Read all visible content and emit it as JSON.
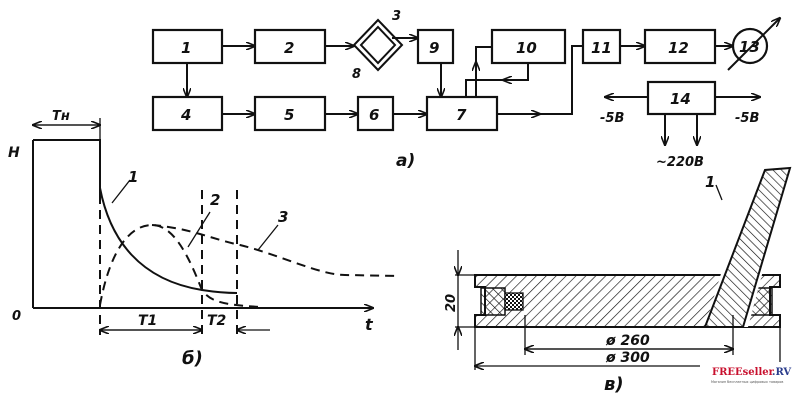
{
  "block_diagram": {
    "caption": "а)",
    "blocks": [
      "1",
      "2",
      "3",
      "4",
      "5",
      "6",
      "7",
      "8",
      "9",
      "10",
      "11",
      "12",
      "13",
      "14"
    ],
    "voltages": {
      "left": "-5В",
      "right": "-5В",
      "mains": "~220В"
    }
  },
  "timing_graph": {
    "caption": "б)",
    "y_axis_label": "H",
    "x_axis_label": "t",
    "origin_label": "0",
    "pulse_label": "Тн",
    "interval_labels": [
      "T1",
      "T2"
    ],
    "curve_labels": [
      "1",
      "2",
      "3"
    ]
  },
  "cross_section": {
    "caption": "в)",
    "part_label": "1",
    "height_dim": "20",
    "inner_diameter": "ø 260",
    "outer_diameter": "ø 300"
  },
  "watermark": {
    "brand_red": "FREEseller",
    "brand_blue": ".RV",
    "tagline": "Магазин бесплатных цифровых товаров"
  }
}
